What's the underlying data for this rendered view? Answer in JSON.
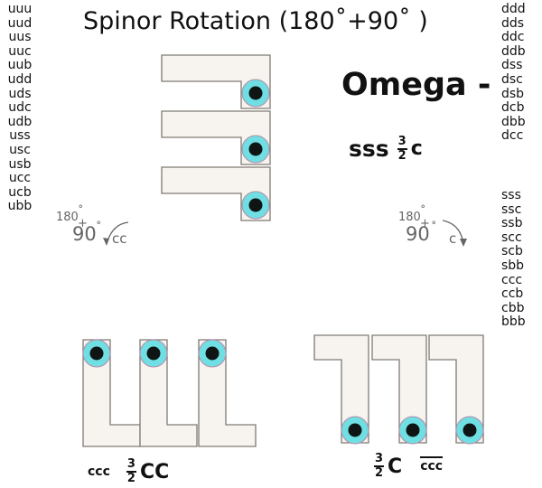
{
  "title": "Spinor Rotation (180˚+90˚ )",
  "left_list": [
    "uuu",
    "uud",
    "uus",
    "uuc",
    "uub",
    "udd",
    "uds",
    "udc",
    "udb",
    "uss",
    "usc",
    "usb",
    "ucc",
    "ucb",
    "ubb"
  ],
  "right_list_1": [
    "ddd",
    "dds",
    "ddc",
    "ddb",
    "dss",
    "dsc",
    "dsb",
    "dcb",
    "dbb",
    "dcc"
  ],
  "right_list_2": [
    "sss",
    "ssc",
    "ssb",
    "scc",
    "scb",
    "sbb",
    "ccc",
    "ccb",
    "cbb",
    "bbb"
  ],
  "particle": {
    "name": "Omega -",
    "quarks": "sss",
    "spin_num": "3",
    "spin_den": "2",
    "charge_unit": "c"
  },
  "rotation_left": {
    "first": "180",
    "plus": "+",
    "second": "90",
    "degree": "˚",
    "direction": "cc"
  },
  "rotation_right": {
    "first": "180",
    "plus": "+",
    "second": "90",
    "degree": "˚",
    "direction": "c"
  },
  "bottom_left": {
    "quarks": "ccc",
    "spin_num": "3",
    "spin_den": "2",
    "unit": "CC"
  },
  "bottom_right": {
    "spin_num": "3",
    "spin_den": "2",
    "unit": "C",
    "anti_quarks": "ccc"
  },
  "colors": {
    "shape_fill": "#f7f4ef",
    "shape_stroke": "#7f7a75",
    "ring": "#6fdfe3",
    "ring_stroke": "#b58aa8",
    "core": "#0f1414",
    "rotation_text": "#666666"
  }
}
